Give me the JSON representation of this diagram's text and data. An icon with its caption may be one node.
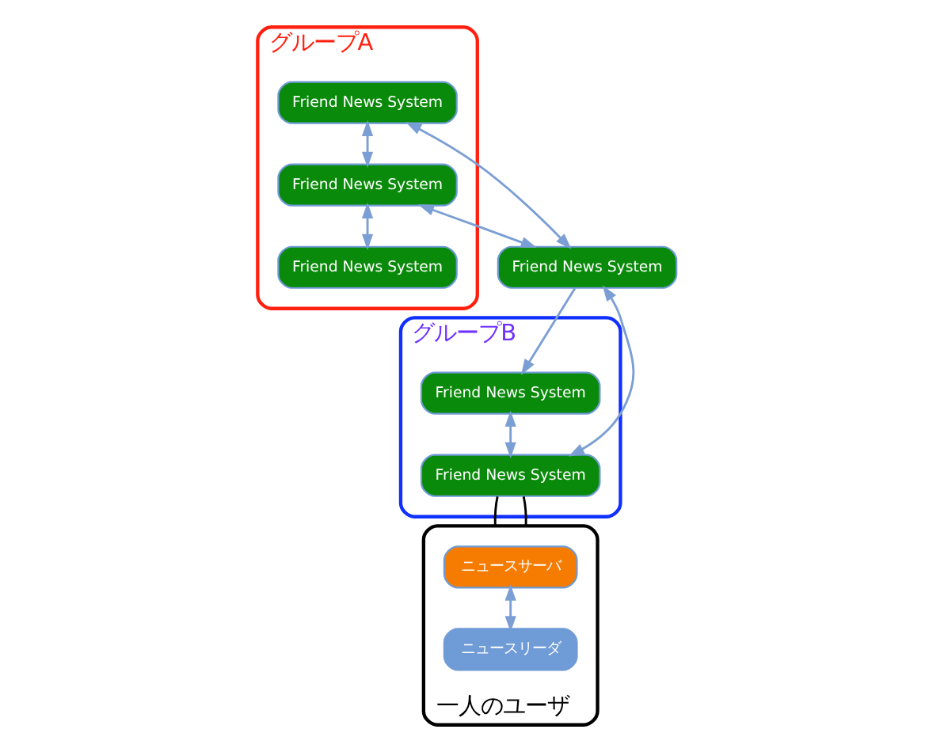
{
  "diagram": {
    "nodes": [
      {
        "text": [
          "グループA"
        ]
      },
      {
        "text": [
          "グループB"
        ]
      },
      {
        "text": [
          "Friend News System"
        ],
        "in": 0
      },
      {
        "text": [
          "Friend News System"
        ],
        "in": 0
      },
      {
        "text": [
          "Friend News System"
        ],
        "in": 0
      },
      {
        "text": [
          "Friend News System"
        ]
      },
      {
        "text": [
          "Friend News System"
        ],
        "in": 1
      },
      {
        "text": [
          "Friend News System"
        ],
        "in": 1
      },
      {
        "text": [
          "一人のユーザ"
        ]
      },
      {
        "text": [
          "ニュースサーバ"
        ],
        "in": 8
      },
      {
        "text": [
          "ニュースリーダ"
        ],
        "in": 8
      }
    ],
    "edges": [
      {
        "from": 2,
        "to": 3,
        "arrow": "both"
      },
      {
        "from": 3,
        "to": 4,
        "arrow": "both"
      },
      {
        "from": 3,
        "to": 5,
        "arrow": "both"
      },
      {
        "from": 2,
        "to": 5,
        "arrow": "both"
      },
      {
        "from": 5,
        "to": 7,
        "arrow": "both"
      },
      {
        "from": 5,
        "to": 6,
        "arrow": "to"
      },
      {
        "from": 6,
        "to": 7,
        "arrow": "both"
      },
      {
        "from": 9,
        "to": 10,
        "arrow": "both"
      },
      {
        "from": 7,
        "to": 8,
        "arrow": "none",
        "color": "#000000"
      },
      {
        "from": 7,
        "to": 8,
        "arrow": "none",
        "color": "#000000"
      }
    ]
  }
}
